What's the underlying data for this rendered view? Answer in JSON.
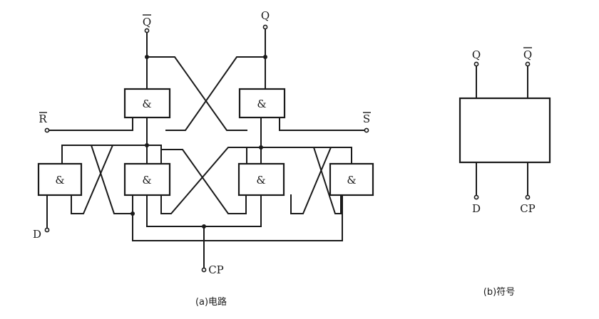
{
  "circuit": {
    "gate_symbol": "&",
    "labels": {
      "q": "Q",
      "q_bar": "Q",
      "r_bar": "R",
      "s_bar": "S",
      "d": "D",
      "cp": "CP"
    },
    "caption": "(a)电路"
  },
  "symbol": {
    "labels": {
      "q": "Q",
      "q_bar": "Q",
      "d": "D",
      "cp": "CP"
    },
    "caption": "(b)符号"
  }
}
